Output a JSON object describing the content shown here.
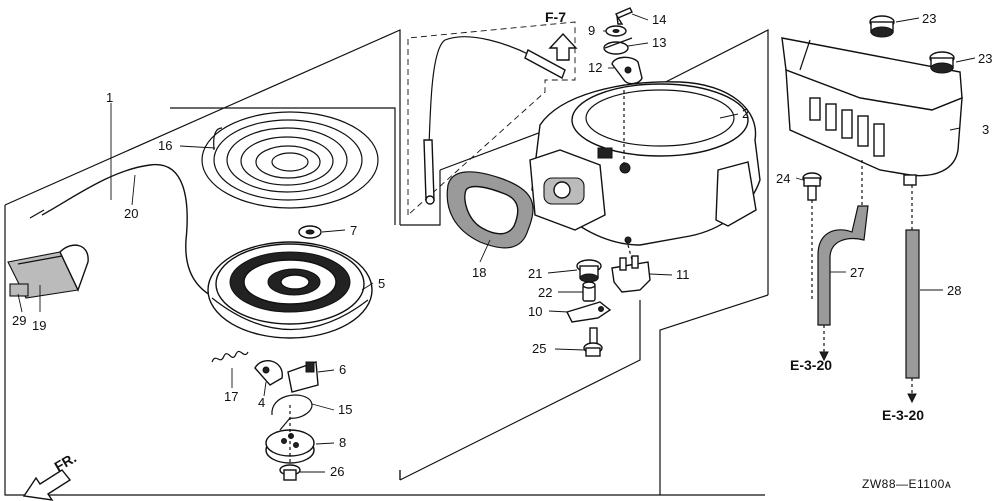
{
  "diagram_code": "ZW88—E1100ᴀ",
  "front_label": "FR.",
  "references": {
    "f7": "F-7",
    "e3_20_a": "E-3-20",
    "e3_20_b": "E-3-20"
  },
  "callouts": {
    "p1": "1",
    "p2": "2",
    "p3": "3",
    "p4": "4",
    "p5": "5",
    "p6": "6",
    "p7": "7",
    "p8": "8",
    "p9": "9",
    "p10": "10",
    "p11": "11",
    "p12": "12",
    "p13": "13",
    "p14": "14",
    "p15": "15",
    "p16": "16",
    "p17": "17",
    "p18": "18",
    "p19": "19",
    "p20": "20",
    "p21": "21",
    "p22": "22",
    "p23a": "23",
    "p23b": "23",
    "p24": "24",
    "p25": "25",
    "p26": "26",
    "p27": "27",
    "p28": "28",
    "p29": "29"
  }
}
